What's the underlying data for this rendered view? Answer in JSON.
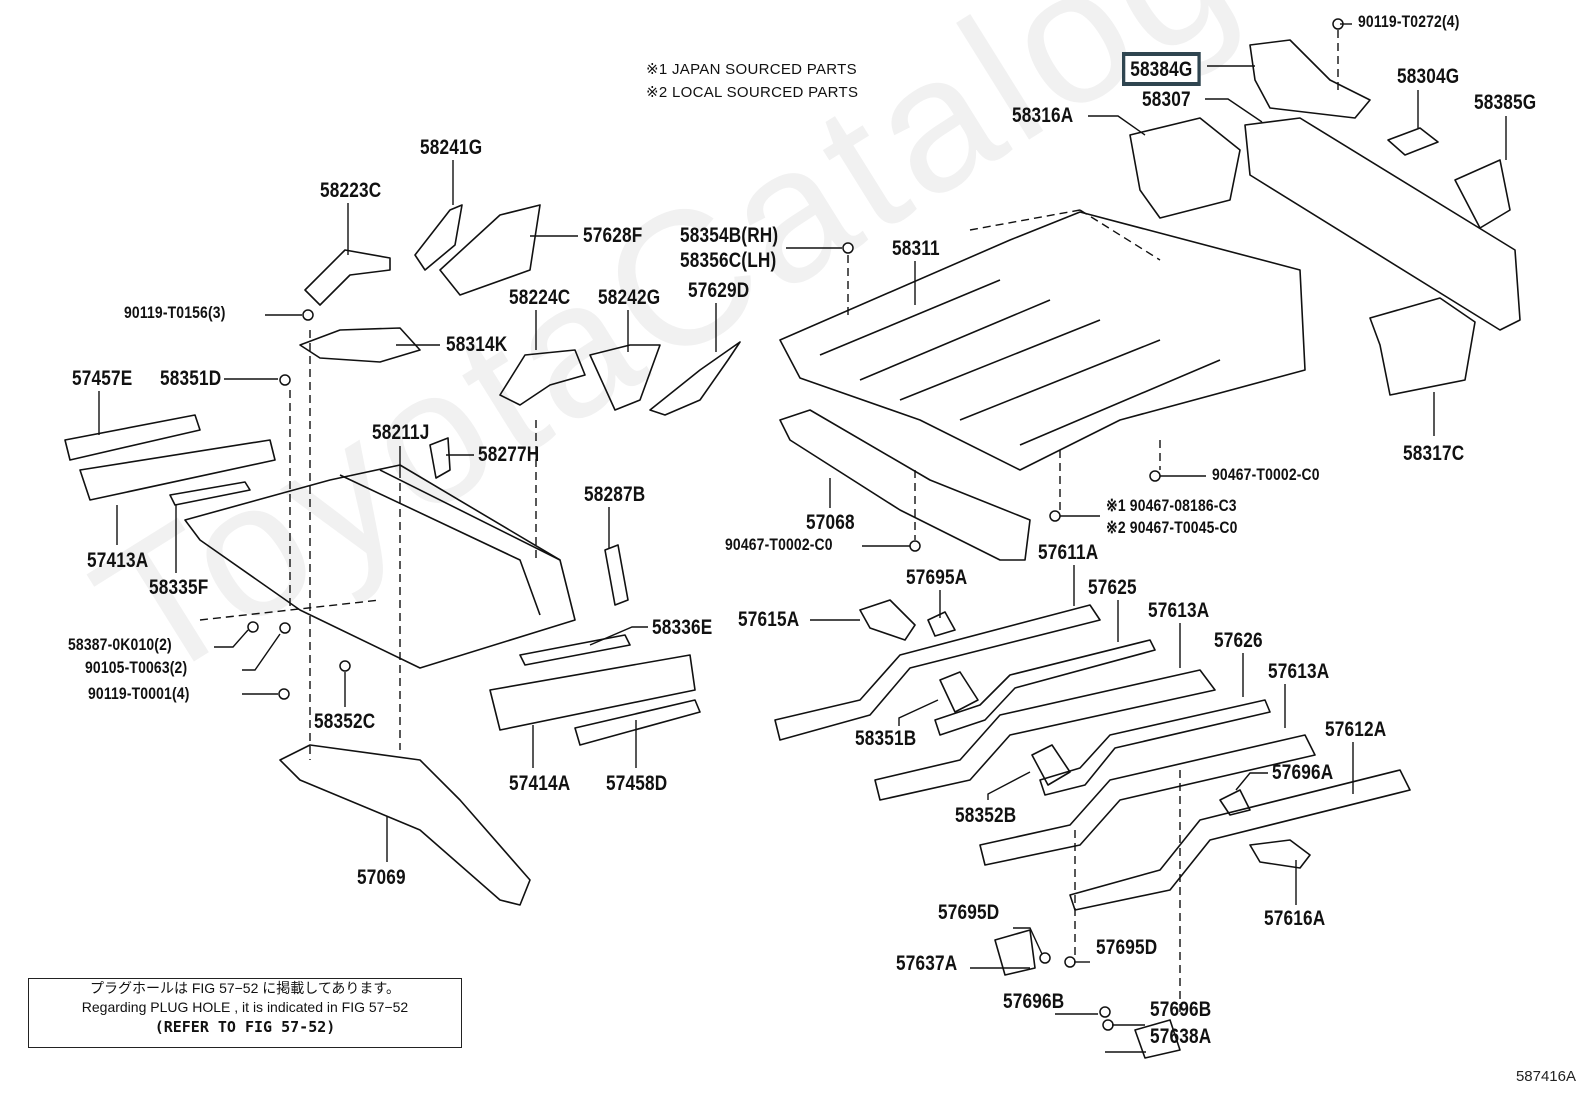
{
  "figure": {
    "watermark": "ToyotaCatalogue.ru",
    "notes": [
      "※1 JAPAN SOURCED PARTS",
      "※2 LOCAL SOURCED PARTS"
    ],
    "reference_box": {
      "line_jp": "プラグホールは FIG 57−52 に掲載してあります。",
      "line_en": "Regarding PLUG HOLE , it is indicated in FIG 57−52",
      "line_refer": "(REFER TO FIG 57-52)"
    },
    "figure_id": "587416A",
    "highlighted_part": "58384G",
    "highlight_color": "#2f4550"
  },
  "parts": [
    {
      "id": "p-90119-T0272",
      "label": "90119-T0272(4)"
    },
    {
      "id": "p-58384G",
      "label": "58384G"
    },
    {
      "id": "p-58307",
      "label": "58307"
    },
    {
      "id": "p-58304G",
      "label": "58304G"
    },
    {
      "id": "p-58385G",
      "label": "58385G"
    },
    {
      "id": "p-58316A",
      "label": "58316A"
    },
    {
      "id": "p-58317C",
      "label": "58317C"
    },
    {
      "id": "p-58241G",
      "label": "58241G"
    },
    {
      "id": "p-58223C",
      "label": "58223C"
    },
    {
      "id": "p-57628F",
      "label": "57628F"
    },
    {
      "id": "p-58354B",
      "label": "58354B(RH)"
    },
    {
      "id": "p-58356C",
      "label": "58356C(LH)"
    },
    {
      "id": "p-58311",
      "label": "58311"
    },
    {
      "id": "p-90119-T0156",
      "label": "90119-T0156(3)"
    },
    {
      "id": "p-58314K",
      "label": "58314K"
    },
    {
      "id": "p-58224C",
      "label": "58224C"
    },
    {
      "id": "p-58242G",
      "label": "58242G"
    },
    {
      "id": "p-57629D",
      "label": "57629D"
    },
    {
      "id": "p-57457E",
      "label": "57457E"
    },
    {
      "id": "p-58351D",
      "label": "58351D"
    },
    {
      "id": "p-58211J",
      "label": "58211J"
    },
    {
      "id": "p-58277H",
      "label": "58277H"
    },
    {
      "id": "p-57413A",
      "label": "57413A"
    },
    {
      "id": "p-58335F",
      "label": "58335F"
    },
    {
      "id": "p-58287B",
      "label": "58287B"
    },
    {
      "id": "p-57068",
      "label": "57068"
    },
    {
      "id": "p-90467-T0002-C0-a",
      "label": "90467-T0002-C0"
    },
    {
      "id": "p-90467-T0002-C0-b",
      "label": "90467-T0002-C0"
    },
    {
      "id": "p-90467-08186-C3",
      "label": "※1 90467-08186-C3"
    },
    {
      "id": "p-90467-T0045-C0",
      "label": "※2 90467-T0045-C0"
    },
    {
      "id": "p-57611A",
      "label": "57611A"
    },
    {
      "id": "p-57695A",
      "label": "57695A"
    },
    {
      "id": "p-57615A",
      "label": "57615A"
    },
    {
      "id": "p-57625",
      "label": "57625"
    },
    {
      "id": "p-57613A-a",
      "label": "57613A"
    },
    {
      "id": "p-57626",
      "label": "57626"
    },
    {
      "id": "p-57613A-b",
      "label": "57613A"
    },
    {
      "id": "p-57612A",
      "label": "57612A"
    },
    {
      "id": "p-57696A",
      "label": "57696A"
    },
    {
      "id": "p-58351B",
      "label": "58351B"
    },
    {
      "id": "p-58352B",
      "label": "58352B"
    },
    {
      "id": "p-57616A",
      "label": "57616A"
    },
    {
      "id": "p-58387-0K010",
      "label": "58387-0K010(2)"
    },
    {
      "id": "p-90105-T0063",
      "label": "90105-T0063(2)"
    },
    {
      "id": "p-90119-T0001",
      "label": "90119-T0001(4)"
    },
    {
      "id": "p-58352C",
      "label": "58352C"
    },
    {
      "id": "p-58336E",
      "label": "58336E"
    },
    {
      "id": "p-57414A",
      "label": "57414A"
    },
    {
      "id": "p-57458D",
      "label": "57458D"
    },
    {
      "id": "p-57069",
      "label": "57069"
    },
    {
      "id": "p-57695D-a",
      "label": "57695D"
    },
    {
      "id": "p-57695D-b",
      "label": "57695D"
    },
    {
      "id": "p-57637A",
      "label": "57637A"
    },
    {
      "id": "p-57696B-a",
      "label": "57696B"
    },
    {
      "id": "p-57696B-b",
      "label": "57696B"
    },
    {
      "id": "p-57638A",
      "label": "57638A"
    }
  ]
}
